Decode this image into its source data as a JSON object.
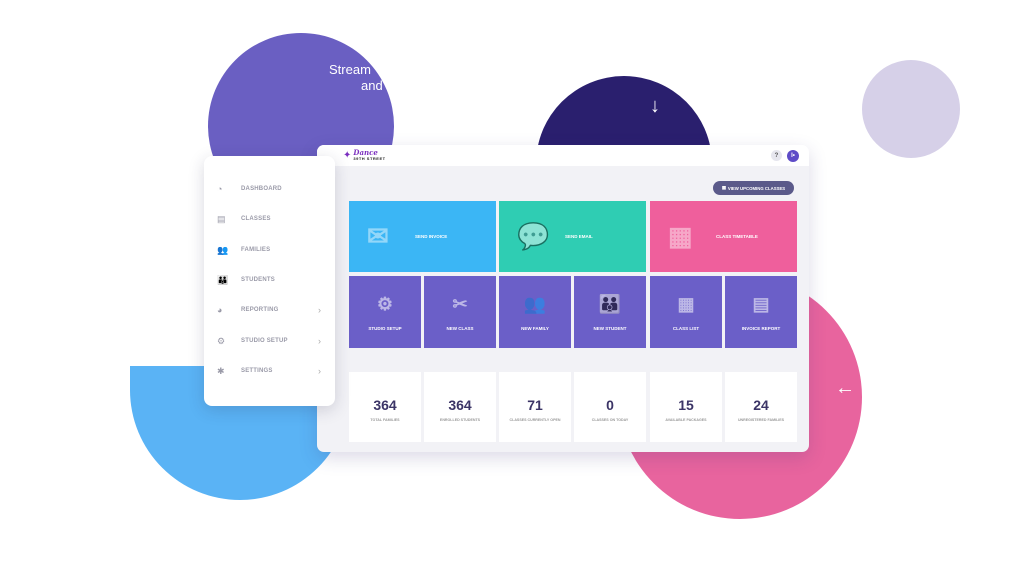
{
  "hero": {
    "line1": "Stream",
    "line2": "and"
  },
  "app": {
    "logo_script": "Dance",
    "logo_sub": "39TH STREET",
    "help_label": "?",
    "user_initials": "I•",
    "upcoming_button": "VIEW UPCOMING CLASSES"
  },
  "sidebar": {
    "items": [
      {
        "label": "DASHBOARD",
        "icon": "dashboard-icon",
        "glyph": "◔",
        "chevron": ""
      },
      {
        "label": "CLASSES",
        "icon": "classes-icon",
        "glyph": "▤",
        "chevron": ""
      },
      {
        "label": "FAMILIES",
        "icon": "families-icon",
        "glyph": "👥",
        "chevron": ""
      },
      {
        "label": "STUDENTS",
        "icon": "students-icon",
        "glyph": "👪",
        "chevron": ""
      },
      {
        "label": "REPORTING",
        "icon": "reporting-icon",
        "glyph": "◕",
        "chevron": "›"
      },
      {
        "label": "STUDIO SETUP",
        "icon": "studio-setup-icon",
        "glyph": "⚙",
        "chevron": "›"
      },
      {
        "label": "SETTINGS",
        "icon": "settings-icon",
        "glyph": "✱",
        "chevron": "›"
      }
    ]
  },
  "big_tiles": [
    {
      "label": "SEND INVOICE",
      "glyph": "✉"
    },
    {
      "label": "SEND EMAIL",
      "glyph": "💬"
    },
    {
      "label": "CLASS TIMETABLE",
      "glyph": "▦"
    }
  ],
  "small_tiles": [
    {
      "label": "STUDIO SETUP",
      "glyph": "⚙"
    },
    {
      "label": "NEW CLASS",
      "glyph": "✂"
    },
    {
      "label": "NEW FAMILY",
      "glyph": "👥"
    },
    {
      "label": "NEW STUDENT",
      "glyph": "👪"
    },
    {
      "label": "CLASS LIST",
      "glyph": "▦"
    },
    {
      "label": "INVOICE REPORT",
      "glyph": "▤"
    }
  ],
  "stats": [
    {
      "value": "364",
      "label": "TOTAL FAMILIES"
    },
    {
      "value": "364",
      "label": "ENROLLED STUDENTS"
    },
    {
      "value": "71",
      "label": "CLASSES CURRENTLY OPEN"
    },
    {
      "value": "0",
      "label": "CLASSES ON TODAY"
    },
    {
      "value": "15",
      "label": "AVAILABLE PACKAGES"
    },
    {
      "value": "24",
      "label": "UNREGISTERED FAMILIES"
    }
  ]
}
